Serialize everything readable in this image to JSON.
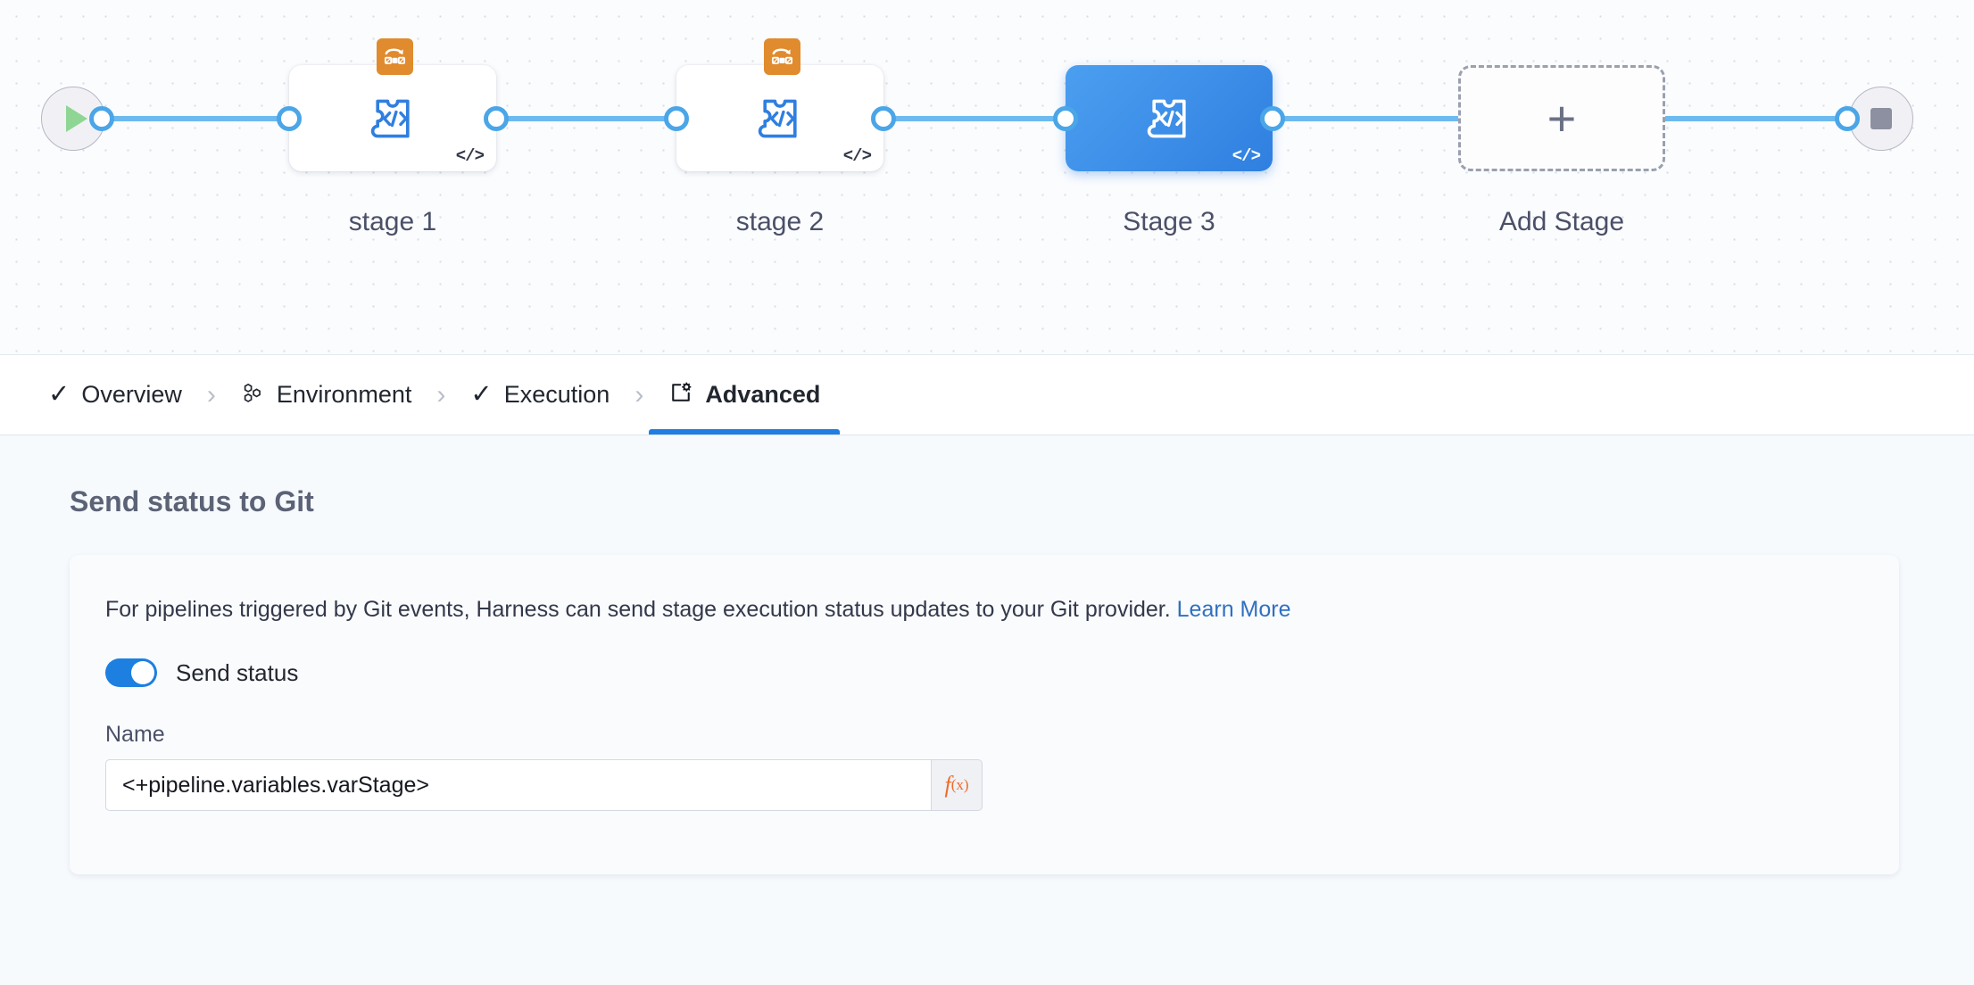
{
  "canvas": {
    "start_node": {
      "icon": "play-icon",
      "name": "Start"
    },
    "end_node": {
      "icon": "stop-icon",
      "name": "End"
    },
    "stages": [
      {
        "label": "stage 1",
        "icon": "custom-stage-icon",
        "badge": "template-badge-icon",
        "corner": "</>",
        "selected": false,
        "templated": true
      },
      {
        "label": "stage 2",
        "icon": "custom-stage-icon",
        "badge": "template-badge-icon",
        "corner": "</>",
        "selected": false,
        "templated": true
      },
      {
        "label": "Stage 3",
        "icon": "custom-stage-icon",
        "badge": "",
        "corner": "</>",
        "selected": true,
        "templated": false
      }
    ],
    "add_stage": {
      "label": "Add Stage",
      "glyph": "+"
    }
  },
  "tabs": [
    {
      "label": "Overview",
      "icon": "check-icon",
      "active": false,
      "complete": true
    },
    {
      "label": "Environment",
      "icon": "hexagons-icon",
      "active": false,
      "complete": false
    },
    {
      "label": "Execution",
      "icon": "check-icon",
      "active": false,
      "complete": true
    },
    {
      "label": "Advanced",
      "icon": "card-gear-icon",
      "active": true,
      "complete": false
    }
  ],
  "tab_separator": "›",
  "main": {
    "title": "Send status to Git",
    "description": "For pipelines triggered by Git events, Harness can send stage execution status updates to your Git provider.",
    "learn_more": "Learn More",
    "toggle": {
      "label": "Send status",
      "on": true
    },
    "name_field": {
      "label": "Name",
      "value": "<+pipeline.variables.varStage>",
      "placeholder": "",
      "expression_button": "f(x)"
    }
  },
  "colors": {
    "accent_blue": "#1f7ee0",
    "rail_blue": "#4ba6e8",
    "selected_stage_blue": "#2f7fe0",
    "template_orange": "#e08b2e",
    "fx_orange": "#f06a28",
    "play_green": "#8fd694",
    "page_bg": "#f6fafd"
  }
}
